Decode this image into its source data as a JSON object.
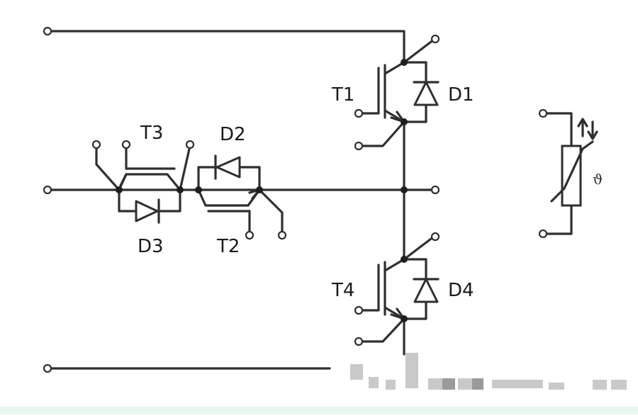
{
  "labels": {
    "T1": "T1",
    "D1": "D1",
    "T2": "T2",
    "D2": "D2",
    "T3": "T3",
    "D3": "D3",
    "T4": "T4",
    "D4": "D4",
    "ntc": "ϑ"
  }
}
